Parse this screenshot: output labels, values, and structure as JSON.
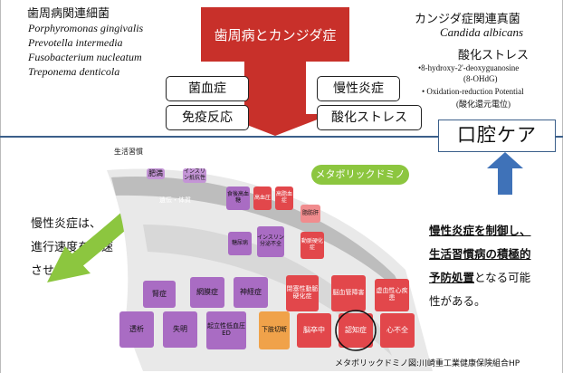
{
  "top": {
    "bacteria_title": "歯周病関連細菌",
    "bacteria": [
      "Porphyromonas gingivalis",
      "Prevotella intermedia",
      "Fusobacterium  nucleatum",
      "Treponema denticola"
    ],
    "center_banner": "歯周病とカンジダ症",
    "boxes": [
      "菌血症",
      "慢性炎症",
      "免疫反応",
      "酸化ストレス"
    ],
    "candida_title": "カンジダ症関連真菌",
    "candida_name": "Candida albicans",
    "oxidative_title": "酸化ストレス",
    "oxidative_items": [
      "•8-hydroxy-2'-deoxyguanosine",
      "(8-OHdG)",
      "• Oxidation-reduction Potential",
      "(酸化還元電位)"
    ]
  },
  "oral_care": "口腔ケア",
  "left_note": [
    "慢性炎症は、",
    "進行速度を加速",
    "させる。"
  ],
  "right_note": {
    "line1": "慢性炎症を制御し、",
    "line2": "生活習慣病の積極的",
    "line3_u": "予防処置",
    "line3_rest": "となる可能",
    "line4": "性がある。"
  },
  "domino": {
    "lifestyle_label": "生活習慣",
    "genetics_label": "遺伝・体質",
    "metabolic_label": "メタボリックドミノ",
    "cells": [
      "肥満",
      "インスリン抵抗性",
      "食後高血糖",
      "高血圧",
      "高脂血症",
      "脂肪肝",
      "糖尿病",
      "インスリン分泌不全",
      "動脈硬化症",
      "腎症",
      "網膜症",
      "神経症",
      "閉塞性動脈硬化症",
      "脳血管障害",
      "虚血性心疾患",
      "透析",
      "失明",
      "起立性低血圧ED",
      "下肢切断",
      "脳卒中",
      "認知症",
      "心不全"
    ],
    "credit": "メタボリックドミノ図:川崎重工業健康保険組合HP"
  },
  "colors": {
    "banner_red": "#c8302a",
    "care_blue": "#3f72b8",
    "domino_purple": "#a96cc3",
    "domino_red": "#e2474b",
    "metabolic_green": "#8cc63f"
  }
}
